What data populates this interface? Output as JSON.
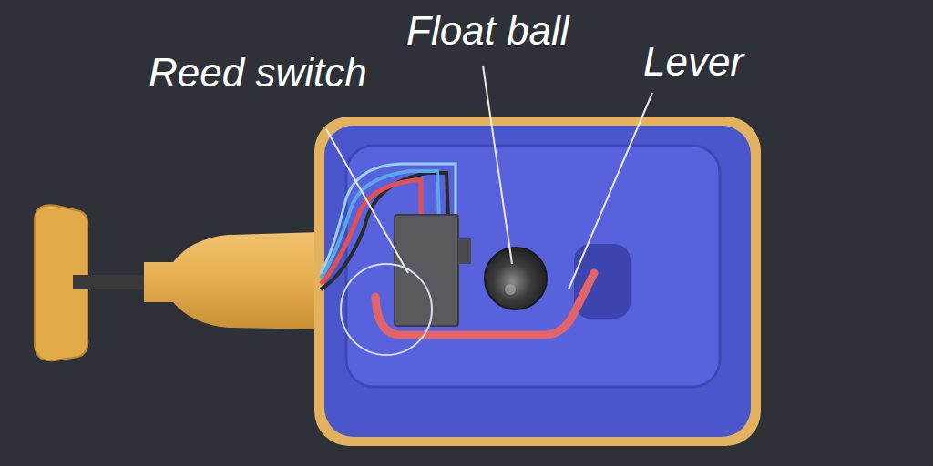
{
  "diagram": {
    "labels": [
      "Reed switch",
      "Float ball",
      "Lever"
    ]
  }
}
